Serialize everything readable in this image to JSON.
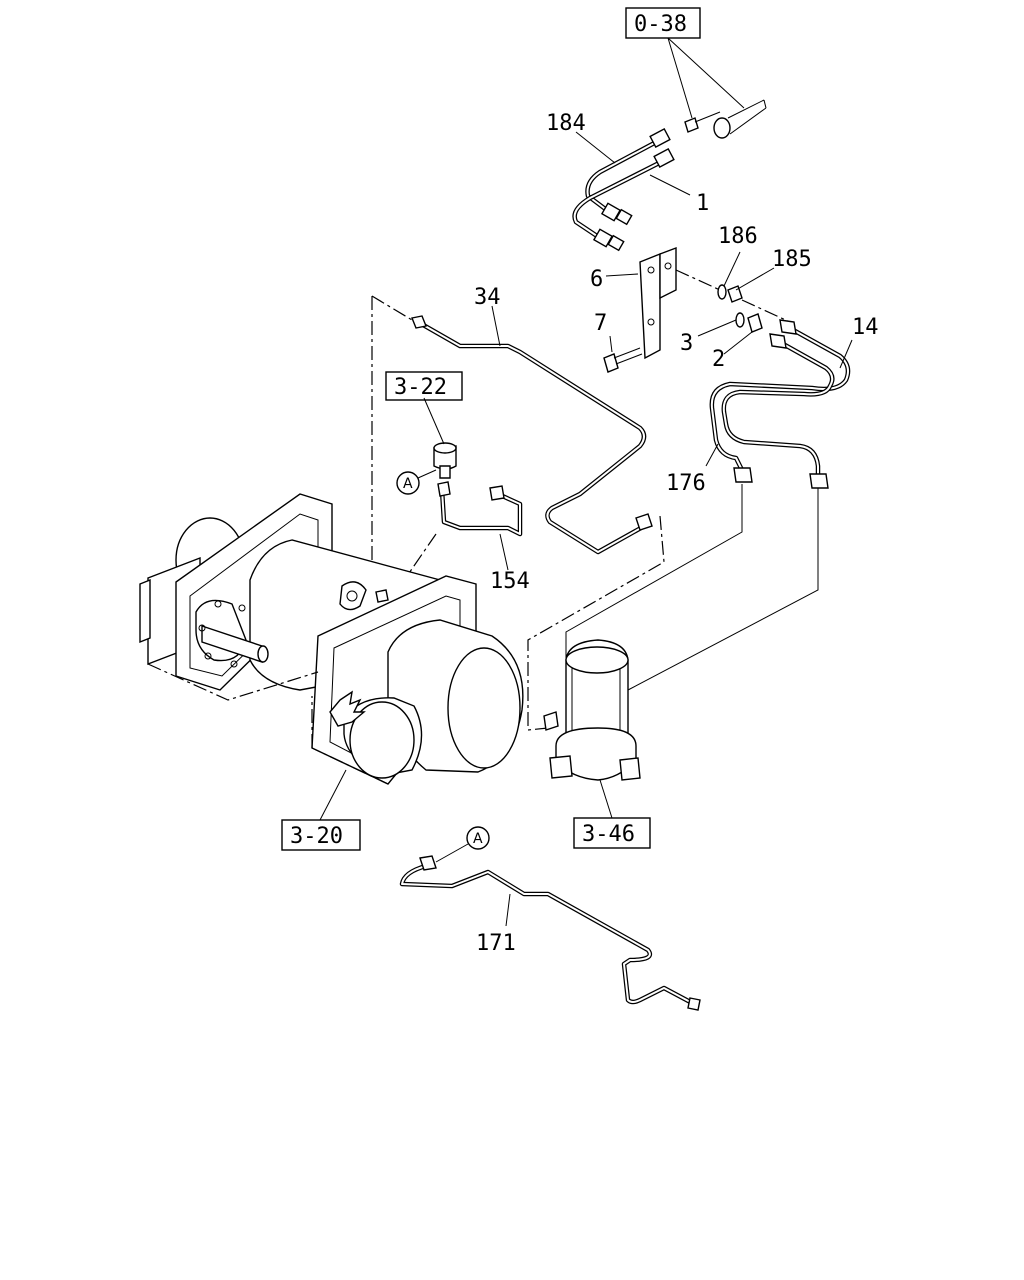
{
  "callouts": {
    "c1": "1",
    "c2": "2",
    "c3": "3",
    "c6": "6",
    "c7": "7",
    "c14": "14",
    "c34": "34",
    "c154": "154",
    "c171": "171",
    "c176": "176",
    "c184": "184",
    "c185": "185",
    "c186": "186"
  },
  "references": {
    "r038": "0-38",
    "r322": "3-22",
    "r320": "3-20",
    "r346": "3-46"
  },
  "markers": {
    "a": "A"
  }
}
